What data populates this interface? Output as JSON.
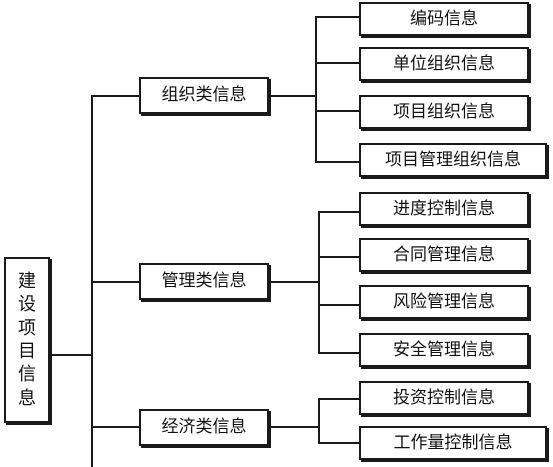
{
  "root": {
    "label": [
      "建",
      "设",
      "项",
      "目",
      "信",
      "息"
    ]
  },
  "categories": [
    {
      "label": "组织类信息",
      "children": [
        "编码信息",
        "单位组织信息",
        "项目组织信息",
        "项目管理组织信息"
      ]
    },
    {
      "label": "管理类信息",
      "children": [
        "进度控制信息",
        "合同管理信息",
        "风险管理信息",
        "安全管理信息"
      ]
    },
    {
      "label": "经济类信息",
      "children": [
        "投资控制信息",
        "工作量控制信息"
      ]
    }
  ],
  "colors": {
    "line": "#1a1a1a",
    "box_border": "#1a1a1a",
    "background": "#ffffff"
  }
}
